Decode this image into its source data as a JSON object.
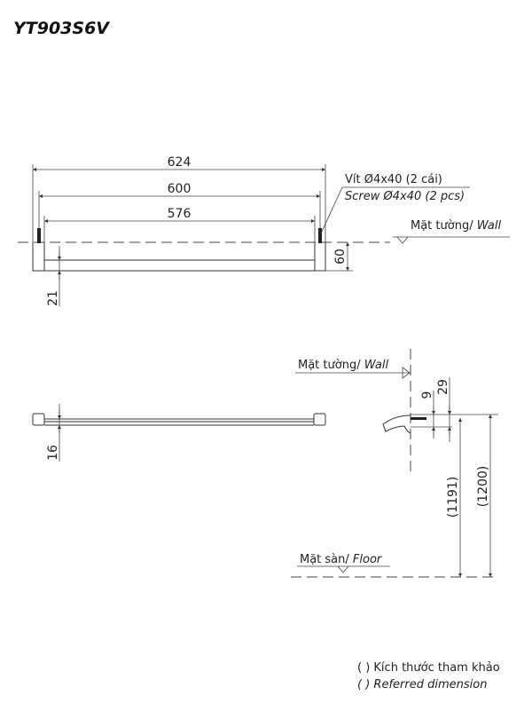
{
  "title": "YT903S6V",
  "top_view": {
    "dim_overall": "624",
    "dim_mounting": "600",
    "dim_inner": "576",
    "dim_depth": "60",
    "dim_bar": "21",
    "screw_label_vi": "Vít Ø4x40 (2 cái)",
    "screw_label_en": "Screw Ø4x40 (2 pcs)",
    "wall_label_vi": "Mặt tường/ ",
    "wall_label_en": "Wall"
  },
  "front_view": {
    "dim_height": "16"
  },
  "side_view": {
    "wall_label_vi": "Mặt tường/ ",
    "wall_label_en": "Wall",
    "dim_a": "9",
    "dim_b": "29",
    "dim_bar_height": "(1191)",
    "dim_mount_height": "(1200)",
    "floor_label_vi": "Mặt sàn/ ",
    "floor_label_en": "Floor"
  },
  "notes": {
    "reference_vi": "( ) Kích thước tham khảo",
    "reference_en": "( ) Referred dimension"
  }
}
